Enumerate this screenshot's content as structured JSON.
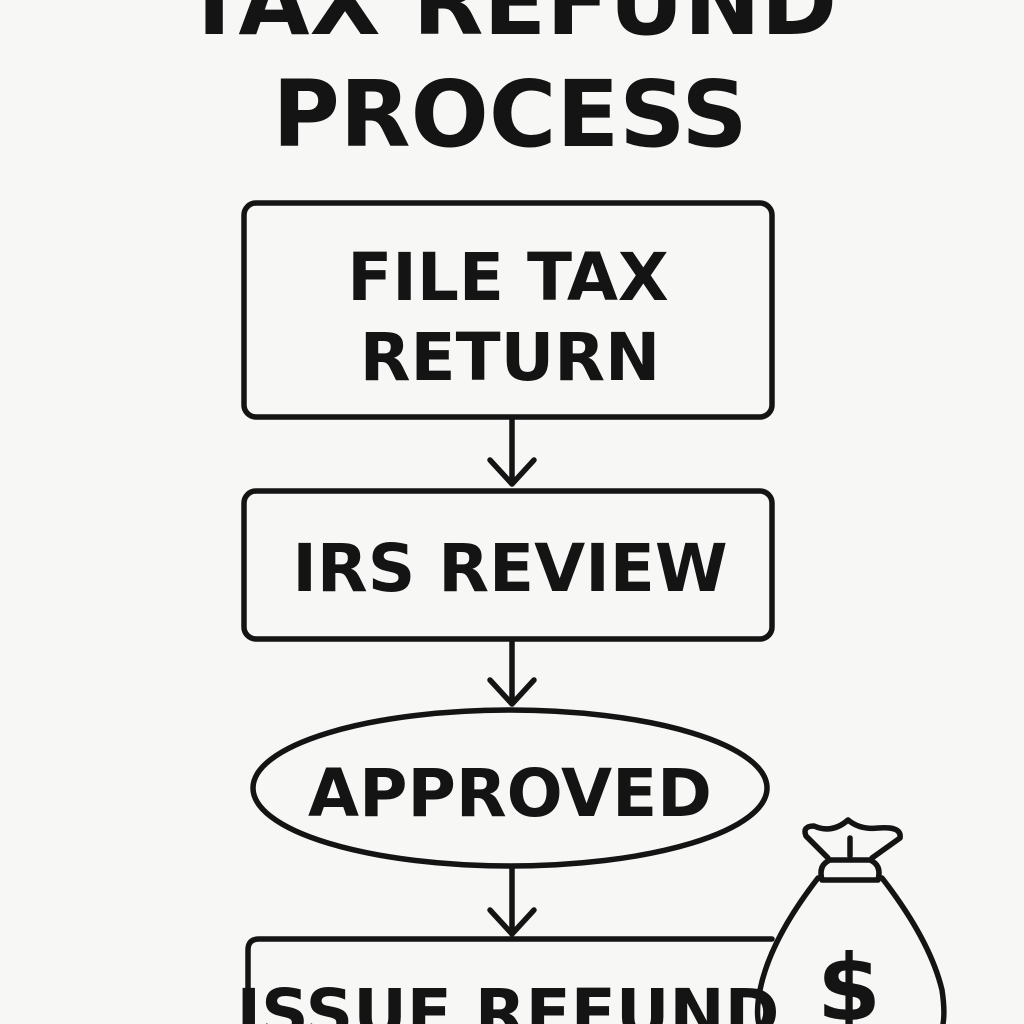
{
  "title": {
    "line1": "TAX REFUND",
    "line2": "PROCESS"
  },
  "steps": [
    {
      "line1": "FILE TAX",
      "line2": "RETURN"
    },
    {
      "label": "IRS REVIEW"
    },
    {
      "label": "APPROVED"
    },
    {
      "label": "ISSUE REFUND"
    }
  ],
  "money_bag": {
    "symbol": "$"
  },
  "colors": {
    "ink": "#141414",
    "background": "#f7f7f5"
  }
}
